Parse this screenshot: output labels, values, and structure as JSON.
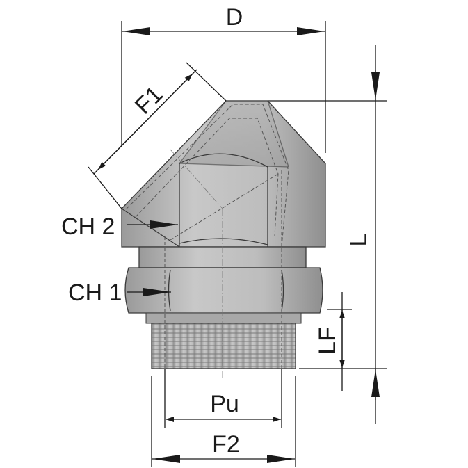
{
  "drawing": {
    "labels": {
      "D": "D",
      "F1": "F1",
      "CH2": "CH 2",
      "CH1": "CH 1",
      "L": "L",
      "LF": "LF",
      "Pu": "Pu",
      "F2": "F2"
    },
    "colors": {
      "body_light": "#c9c9c9",
      "body_dark": "#8e8e8e",
      "line": "#1a1a1a"
    }
  }
}
